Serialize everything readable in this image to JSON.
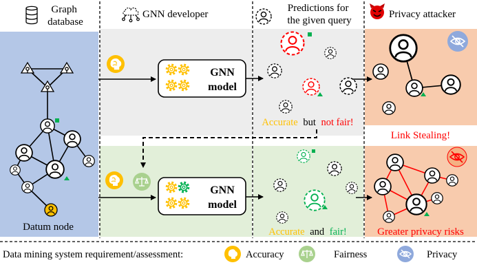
{
  "header": {
    "graph_database": [
      "Graph",
      "database"
    ],
    "gnn_developer": "GNN developer",
    "predictions": [
      "Predictions for",
      "the given query"
    ],
    "privacy_attacker": "Privacy attacker"
  },
  "model_box": {
    "line1": "GNN",
    "line2": "model"
  },
  "datum_node": "Datum node",
  "top_row": {
    "result_accurate": "Accurate",
    "result_but": "but",
    "result_not_fair": "not fair!",
    "attack": "Link Stealing!"
  },
  "bottom_row": {
    "result_accurate": "Accurate",
    "result_and": "and",
    "result_fair": "fair!",
    "risk": "Greater privacy risks"
  },
  "legend": {
    "prefix": "Data mining system requirement/assessment:",
    "accuracy": "Accuracy",
    "fairness": "Fairness",
    "privacy": "Privacy"
  },
  "colors": {
    "graph_db_bg": "#b4c7e7",
    "gray_panel": "#ededed",
    "green_panel": "#e2efd9",
    "attacker_panel": "#f8cbad",
    "accuracy_gold": "#ffc000",
    "fairness_green": "#a9d18e",
    "privacy_blue": "#8fa9dc",
    "red": "#ff0000",
    "green_text": "#00b050",
    "yellow_text": "#ffc000"
  }
}
